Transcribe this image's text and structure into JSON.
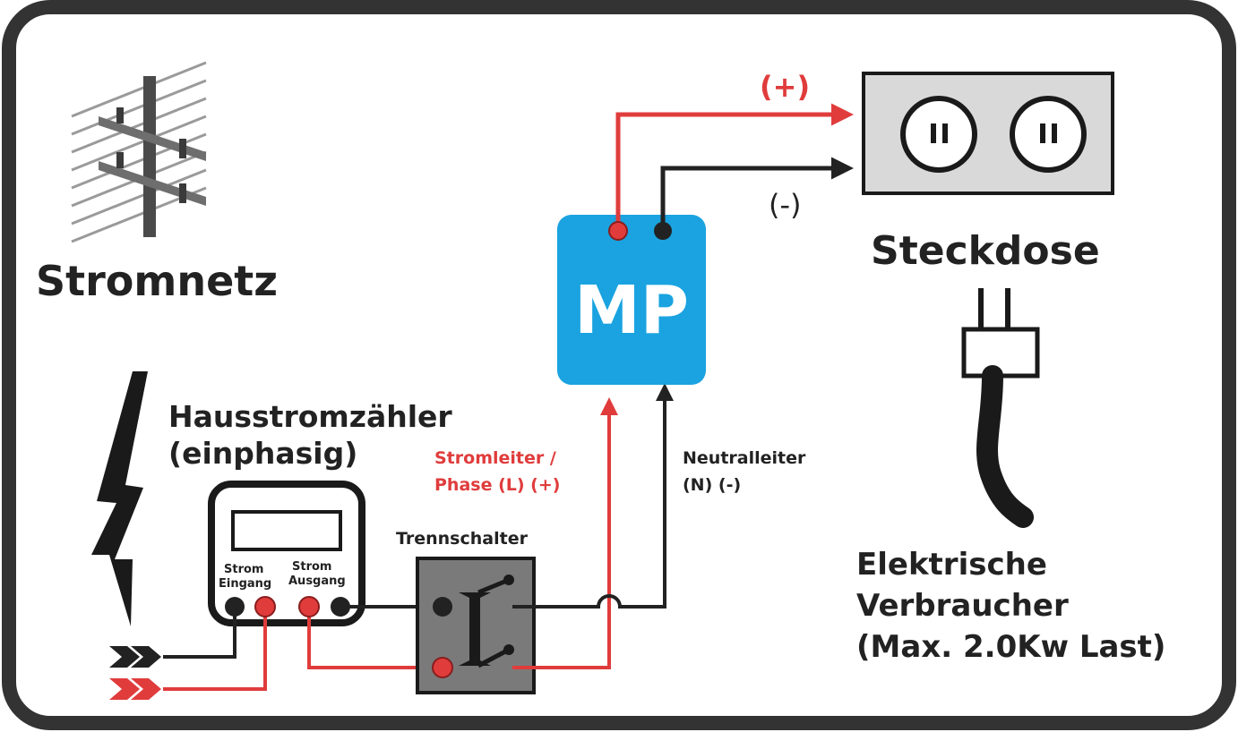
{
  "labels": {
    "grid": "Stromnetz",
    "meter_title": "Hausstromzähler",
    "meter_subtitle": "(einphasig)",
    "meter_in_1": "Strom",
    "meter_in_2": "Eingang",
    "meter_out_1": "Strom",
    "meter_out_2": "Ausgang",
    "switch": "Trennschalter",
    "phase_1": "Stromleiter /",
    "phase_2": "Phase (L) (+)",
    "neutral_1": "Neutralleiter",
    "neutral_2": "(N) (-)",
    "device": "MP",
    "plus": "(+)",
    "minus": "(-)",
    "socket": "Steckdose",
    "load_1": "Elektrische",
    "load_2": "Verbraucher",
    "load_3": "(Max. 2.0Kw Last)"
  },
  "colors": {
    "frame": "#333333",
    "phase_red": "#e03c3c",
    "neutral_black": "#222222",
    "device_blue": "#1aa3e0",
    "switch_gray": "#7a7a7a",
    "socket_gray": "#d9d9d9"
  },
  "icons": {
    "antenna": "power-pylon-icon",
    "lightning": "lightning-bolt-icon",
    "plug": "power-plug-icon",
    "arrows_in": "double-chevron-icon"
  }
}
